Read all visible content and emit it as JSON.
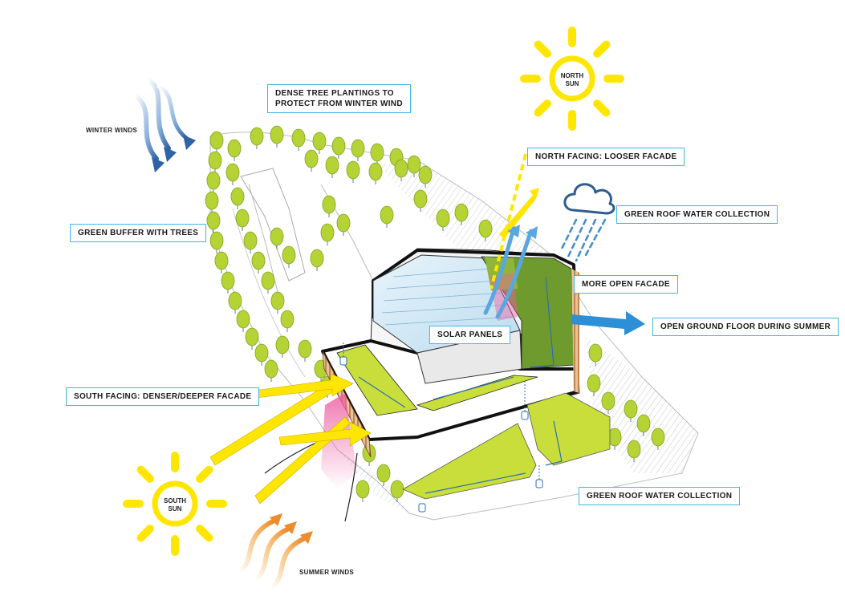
{
  "labels": {
    "dense_trees_line1": "DENSE TREE PLANTINGS TO",
    "dense_trees_line2": "PROTECT FROM WINTER WIND",
    "winter_winds": "WINTER WINDS",
    "north_facing": "NORTH FACING: LOOSER FACADE",
    "green_roof_water_top": "GREEN ROOF WATER COLLECTION",
    "green_buffer": "GREEN BUFFER WITH TREES",
    "more_open_facade": "MORE OPEN FACADE",
    "solar_panels": "SOLAR PANELS",
    "open_ground_floor": "OPEN GROUND FLOOR DURING SUMMER",
    "south_facing": "SOUTH FACING: DENSER/DEEPER FACADE",
    "green_roof_water_bottom": "GREEN ROOF WATER COLLECTION",
    "summer_winds": "SUMMER WINDS"
  },
  "suns": {
    "north_line1": "NORTH",
    "north_line2": "SUN",
    "south_line1": "SOUTH",
    "south_line2": "SUN"
  },
  "colors": {
    "callout_border": "#3fb6e6",
    "sun": "#ffe600",
    "roof_green": "#c9de3a",
    "dark_green": "#6f9a2e",
    "tree": "#b5d334",
    "arrow_blue": "#2d8fd6",
    "wind_blue": "#3d78b8",
    "wind_orange": "#f0a24a",
    "facade_pink": "#ee5fa3",
    "facade_wood": "#c2743a"
  },
  "icons": [
    "sun-icon",
    "rain-cloud-icon",
    "wind-arrow-icon",
    "tree-icon",
    "water-tank-icon"
  ]
}
